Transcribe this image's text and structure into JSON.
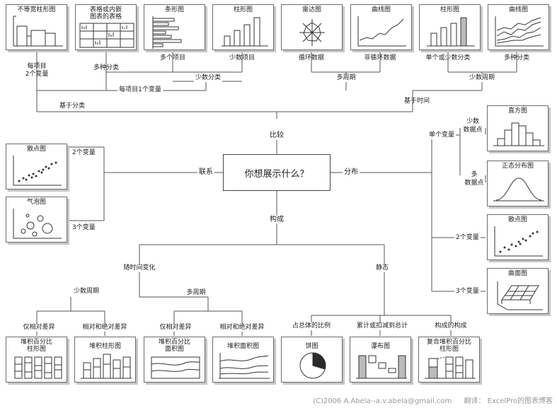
{
  "center": {
    "question": "你想展示什么？"
  },
  "branches": {
    "compare": "比较",
    "relationship": "联系",
    "distribution": "分布",
    "composition": "构成"
  },
  "comparison": {
    "based_on_category": "基于分类",
    "based_on_time": "基于时间",
    "two_vars_per_item": "每项目\n2个变量",
    "one_var_per_item": "每项目1个变量",
    "many_categories": "多种分类",
    "few_categories": "少数分类",
    "many_items": "多个项目",
    "few_items": "少数项目",
    "many_periods": "多周期",
    "few_periods": "少数周期",
    "cyclic": "循环数据",
    "non_cyclic": "非循环数据",
    "single_or_few": "单个或少数分类",
    "many_cats": "多种分类",
    "charts": {
      "variable_width": "不等宽柱形图",
      "table_embedded": "表格或内嵌\n图表的表格",
      "bar": "条形图",
      "column": "柱形图",
      "radar": "雷达图",
      "line": "曲线图",
      "column2": "柱形图",
      "line2": "曲线图"
    }
  },
  "relationship": {
    "two_vars": "2个变量",
    "three_vars": "3个变量",
    "charts": {
      "scatter": "散点图",
      "bubble": "气泡图"
    }
  },
  "distribution": {
    "single_var": "单个变量",
    "few_points": "少数\n数据点",
    "many_points": "多\n数据点",
    "two_vars": "2个变量",
    "three_vars": "3个变量",
    "charts": {
      "histogram": "直方图",
      "normal": "正态分布图",
      "scatter": "散点图",
      "surface": "曲面图"
    }
  },
  "composition": {
    "over_time": "随时间变化",
    "static": "静态",
    "few_periods": "少数周期",
    "many_periods": "多周期",
    "relative_only_1": "仅相对差异",
    "rel_abs_1": "相对和绝对差异",
    "relative_only_2": "仅相对差异",
    "rel_abs_2": "相对和绝对差异",
    "share_of_total": "占总体的比例",
    "accumulation": "累计或扣减到总计",
    "components_of_components": "构成的构成",
    "charts": {
      "stacked_pct_column": "堆积百分比\n柱形图",
      "stacked_column": "堆积柱形图",
      "stacked_pct_area": "堆积百分比\n面积图",
      "stacked_area": "堆积面积图",
      "pie": "饼图",
      "waterfall": "瀑布图",
      "stacked_pct_column_sub": "复合堆积百分比\n柱形图"
    }
  },
  "footer": {
    "credit": "(C)2006 A.Abela--a.v.abela@gmail.com",
    "translation": "翻译： ExcelPro的图表博客"
  }
}
